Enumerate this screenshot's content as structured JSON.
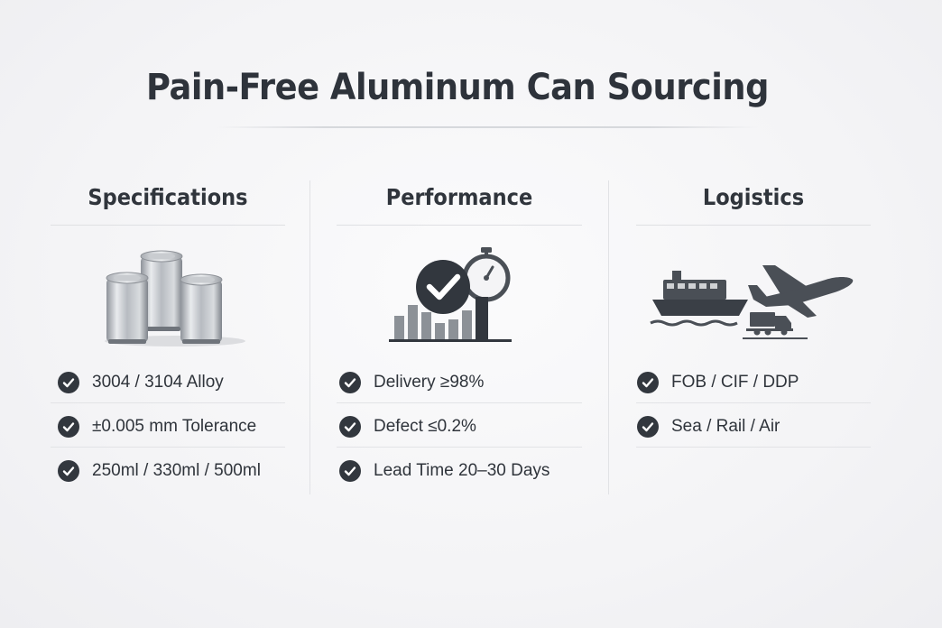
{
  "title": "Pain-Free Aluminum Can Sourcing",
  "icons": {
    "check": "check-circle-icon",
    "specifications": "aluminum-cans-icon",
    "performance": "checkmark-stopwatch-bar-chart-icon",
    "logistics": "ship-plane-truck-icon"
  },
  "colors": {
    "text": "#2f343b",
    "icon": "#32373e",
    "background": "#f4f4f6"
  },
  "columns": [
    {
      "heading": "Specifications",
      "items": [
        "3004 / 3104 Alloy",
        "±0.005 mm Tolerance",
        "250ml / 330ml / 500ml"
      ]
    },
    {
      "heading": "Performance",
      "items": [
        "Delivery ≥98%",
        "Defect ≤0.2%",
        "Lead Time 20–30 Days"
      ]
    },
    {
      "heading": "Logistics",
      "items": [
        "FOB / CIF / DDP",
        "Sea / Rail / Air"
      ]
    }
  ]
}
